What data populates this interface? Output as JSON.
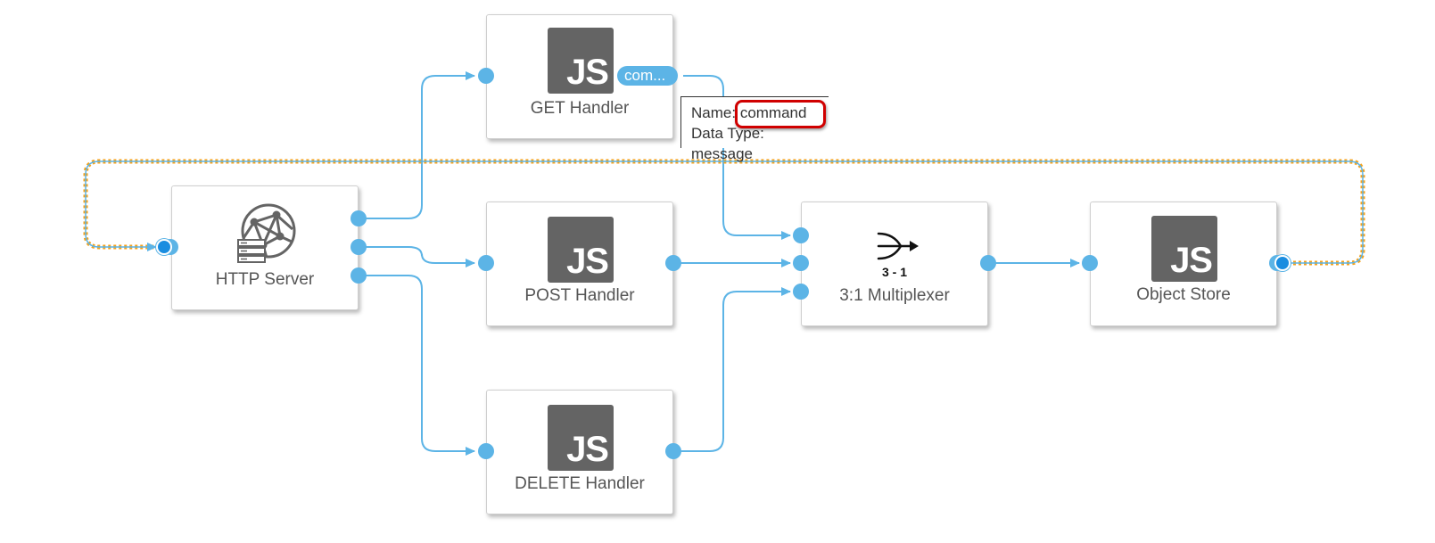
{
  "canvas": {
    "wire_color": "#5cb4e6",
    "selection_color": "#f5a21b",
    "node_border_color": "#cfcfcf",
    "icon_color": "#646464"
  },
  "nodes": {
    "get_handler": {
      "label": "GET Handler",
      "icon": "js-icon",
      "icon_text": "JS",
      "output_port_label": "com..."
    },
    "http_server": {
      "label": "HTTP Server",
      "icon": "globe-server-icon"
    },
    "post_handler": {
      "label": "POST Handler",
      "icon": "js-icon",
      "icon_text": "JS"
    },
    "delete_handler": {
      "label": "DELETE Handler",
      "icon": "js-icon",
      "icon_text": "JS"
    },
    "multiplexer": {
      "label": "3:1 Multiplexer",
      "icon": "merge-arrow-icon",
      "icon_text": "3 - 1"
    },
    "object_store": {
      "label": "Object Store",
      "icon": "js-icon",
      "icon_text": "JS"
    }
  },
  "tooltip": {
    "name_label": "Name:",
    "name_value": "command",
    "type_label": "Data Type:",
    "type_value": "message"
  }
}
